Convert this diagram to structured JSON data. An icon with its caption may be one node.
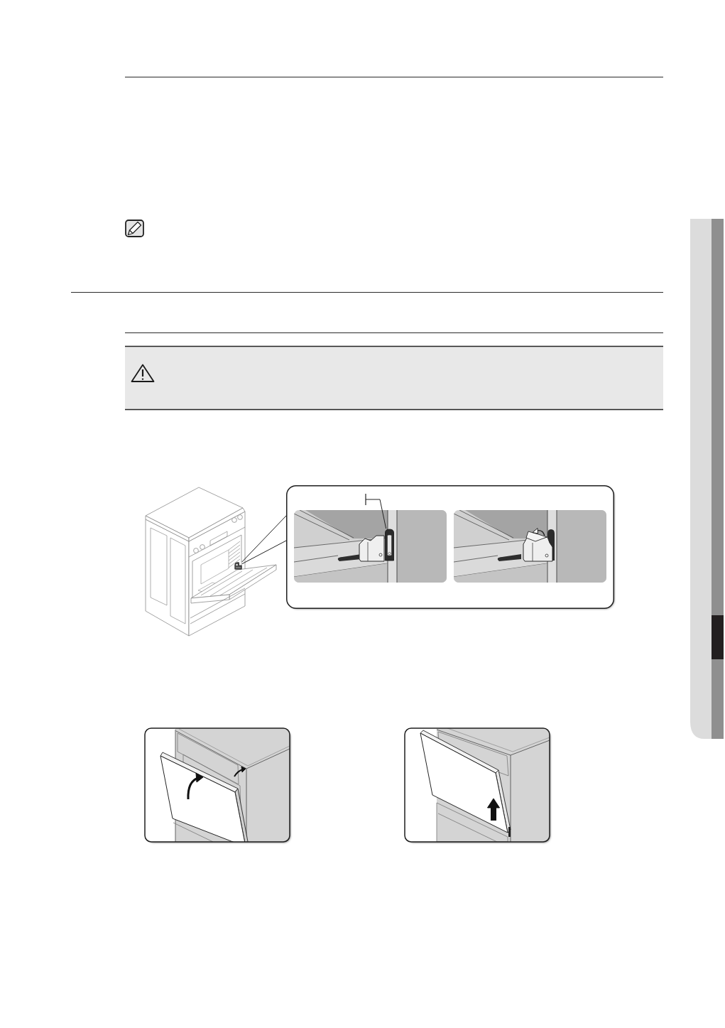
{
  "diagram": {
    "nodes": [
      {
        "text": [],
        "shape": "picture"
      },
      {
        "text": [],
        "shape": "box"
      },
      {
        "text": [],
        "shape": "picture",
        "in": 1
      }
    ],
    "edges": [
      {
        "from": 0,
        "to": 1,
        "arrow": "none"
      },
      {
        "from": 0,
        "to": 1,
        "arrow": "none"
      },
      {
        "from": 2,
        "to": null,
        "arrow": "other"
      }
    ]
  }
}
